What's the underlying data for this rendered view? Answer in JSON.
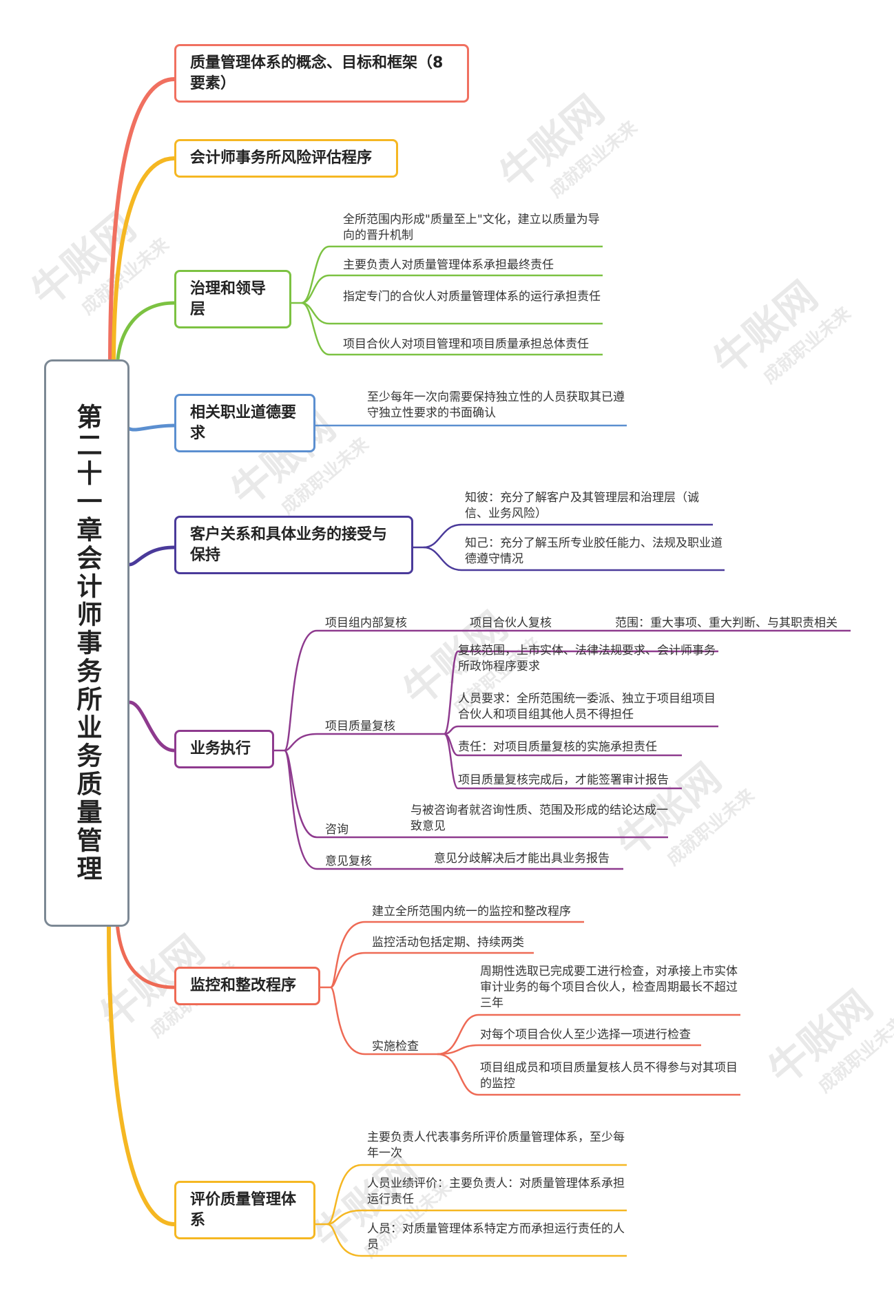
{
  "root": {
    "title": "第二十一章会计师事务所业务质量管理"
  },
  "watermark": {
    "brand": "牛账网",
    "slogan": "成就职业未来"
  },
  "branches": {
    "b1": {
      "label": "质量管理体系的概念、目标和框架（8要素）",
      "color": "#f07060"
    },
    "b2": {
      "label": "会计师事务所风险评估程序",
      "color": "#f5b722"
    },
    "b3": {
      "label": "治理和领导层",
      "color": "#7cc242",
      "items": [
        "全所范围内形成\"质量至上\"文化，建立以质量为导向的晋升机制",
        "主要负责人对质量管理体系承担最终责任",
        "指定专门的合伙人对质量管理体系的运行承担责任",
        "项目合伙人对项目管理和项目质量承担总体责任"
      ]
    },
    "b4": {
      "label": "相关职业道德要求",
      "color": "#5b8fd0",
      "items": [
        "至少每年一次向需要保持独立性的人员获取其已遵守独立性要求的书面确认"
      ]
    },
    "b5": {
      "label": "客户关系和具体业务的接受与保持",
      "color": "#4a3a9a",
      "items": [
        "知彼：充分了解客户及其管理层和治理层（诚信、业务风险）",
        "知己：充分了解玉所专业胶任能力、法规及职业道德遵守情况"
      ]
    },
    "b6": {
      "label": "业务执行",
      "color": "#8e3a8e",
      "internal": {
        "label": "项目组内部复核",
        "sub": "项目合伙人复核",
        "scope": "范围：重大事项、重大判断、与其职责相关"
      },
      "eqr": {
        "label": "项目质量复核",
        "items": [
          "复核范围，上市实体、法律法规要求、会计师事务所政饰程序要求",
          "人员要求：全所范围统一委派、独立于项目组项目合伙人和项目组其他人员不得担任",
          "责任：对项目质量复核的实施承担责任",
          "项目质量复核完成后，才能签署审计报告"
        ]
      },
      "consult": {
        "label": "咨询",
        "item": "与被咨询者就咨询性质、范围及形成的结论达成一致意见"
      },
      "opinion": {
        "label": "意见复核",
        "item": "意见分歧解决后才能出具业务报告"
      }
    },
    "b7": {
      "label": "监控和整改程序",
      "color": "#ee6a55",
      "items": [
        "建立全所范围内统一的监控和整改程序",
        "监控活动包括定期、持续两类"
      ],
      "inspect": {
        "label": "实施检查",
        "items": [
          "周期性选取已完成要工进行检查，对承接上市实体审计业务的每个项目合伙人，检查周期最长不超过三年",
          "对每个项目合伙人至少选择一项进行检查",
          "项目组成员和项目质量复核人员不得参与对其项目的监控"
        ]
      }
    },
    "b8": {
      "label": "评价质量管理体系",
      "color": "#f5b722",
      "items": [
        "主要负责人代表事务所评价质量管理体系，至少每年一次",
        "人员业绩评价：主要负责人：对质量管理体系承担运行责任",
        "人员：对质量管理体系特定方而承担运行责任的人员"
      ]
    }
  }
}
